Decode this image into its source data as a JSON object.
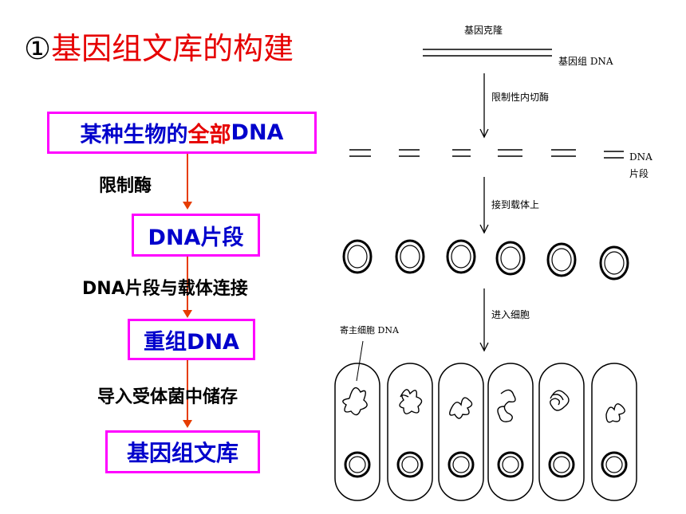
{
  "title": {
    "circle_num": "①",
    "text": "基因组文库的构建"
  },
  "flow": {
    "box1": {
      "prefix": "某种生物的",
      "highlight": "全部",
      "suffix": "DNA"
    },
    "step1": "限制酶",
    "box2": "DNA片段",
    "step2": "DNA片段与载体连接",
    "box3": "重组DNA",
    "step3": "导入受体菌中储存",
    "box4": "基因组文库"
  },
  "figure": {
    "heading": "基因克隆",
    "genomic_dna": "基因组 DNA",
    "step_enzyme": "限制性内切酶",
    "fragment_label_1": "DNA",
    "fragment_label_2": "片段",
    "step_vector": "接到载体上",
    "step_cell": "进入细胞",
    "host_dna": "寄主细胞 DNA"
  }
}
